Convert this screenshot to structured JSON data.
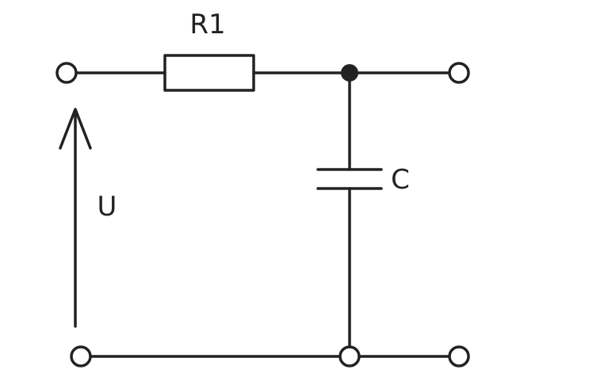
{
  "labels": {
    "resistor": "R1",
    "capacitor": "C",
    "voltage": "U"
  },
  "colors": {
    "line": "#222222",
    "background": "#ffffff"
  }
}
